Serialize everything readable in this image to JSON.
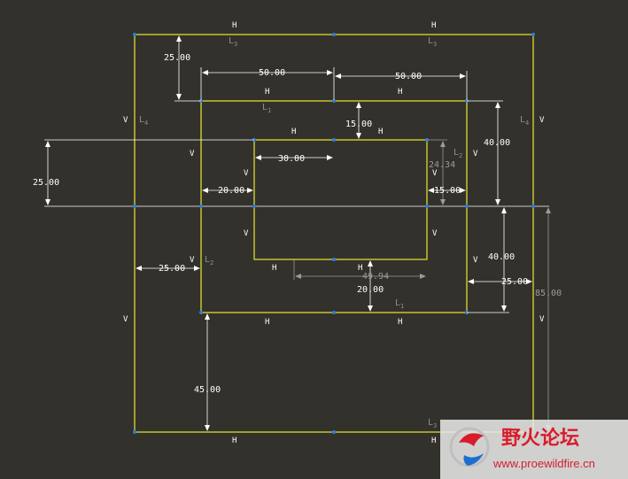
{
  "sketch": {
    "dimensions": {
      "d_top_gap": "25.00",
      "d_top_left_width": "50.00",
      "d_top_right_width": "50.00",
      "d_inner_top_gap": "15.00",
      "d_inner_left_offset": "30.00",
      "d_inner_height": "24.34",
      "d_left_height": "25.00",
      "d_mid_left_gap": "20.00",
      "d_mid_right_gap": "15.00",
      "d_right_upper_height": "40.00",
      "d_right_lower_height": "40.00",
      "d_left_gap": "25.00",
      "d_inner_width": "49.94",
      "d_inner_bottom_gap": "20.00",
      "d_right_gap": "25.00",
      "d_outer_right_height": "85.00",
      "d_bottom_height": "45.00"
    },
    "constraints": {
      "horizontal": "H",
      "vertical": "V"
    },
    "line_refs": {
      "L1": "1",
      "L2": "2",
      "L3": "3",
      "L4": "4",
      "letter": "L"
    },
    "colors": {
      "geometry": "#e8e830",
      "background": "#33312c",
      "vertex": "#2f7fd6",
      "dimension": "#ffffff"
    }
  },
  "watermark": {
    "title": "野火论坛",
    "url": "www.proewildfire.cn"
  }
}
